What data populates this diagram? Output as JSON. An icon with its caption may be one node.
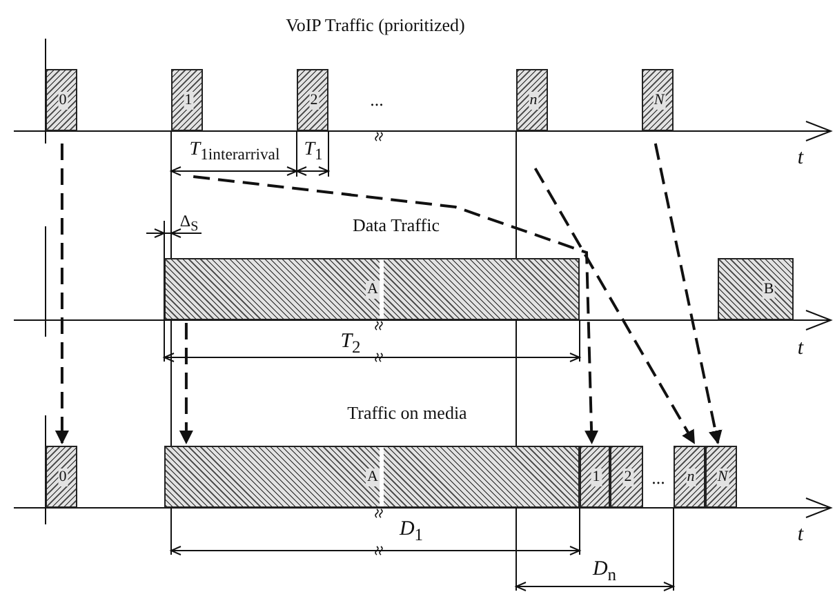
{
  "diagram": {
    "nodes": [
      {
        "text": [
          "0"
        ]
      },
      {
        "text": [
          "1"
        ]
      },
      {
        "text": [
          "2"
        ]
      },
      {
        "text": [
          "n"
        ]
      },
      {
        "text": [
          "N"
        ]
      },
      {
        "text": [
          "A"
        ]
      },
      {
        "text": [
          "B"
        ]
      },
      {
        "text": [
          "0"
        ]
      },
      {
        "text": [
          "A"
        ]
      },
      {
        "text": [
          "1"
        ]
      },
      {
        "text": [
          "2"
        ]
      },
      {
        "text": [
          "n"
        ]
      },
      {
        "text": [
          "N"
        ]
      }
    ],
    "edges": [
      {
        "from": 0,
        "to": 7,
        "arrow": "to",
        "style": "dashed"
      },
      {
        "from": 1,
        "to": 9,
        "arrow": "to",
        "style": "dashed"
      },
      {
        "from": 5,
        "to": 8,
        "arrow": "to",
        "style": "dashed"
      },
      {
        "from": 3,
        "to": 11,
        "arrow": "to",
        "style": "dashed"
      },
      {
        "from": 4,
        "to": 12,
        "arrow": "to",
        "style": "dashed"
      }
    ],
    "labels": [
      "VoIP Traffic (prioritized)",
      "...",
      "*T*$_{1interarrival}$",
      "*T*$_{1}$",
      "t",
      "Δ$_{S}$",
      "Data Traffic",
      "*T*$_{2}$",
      "t",
      "Traffic on media",
      "...",
      "t",
      "*D*$_{1}$",
      "*D*$_{n}$"
    ]
  }
}
